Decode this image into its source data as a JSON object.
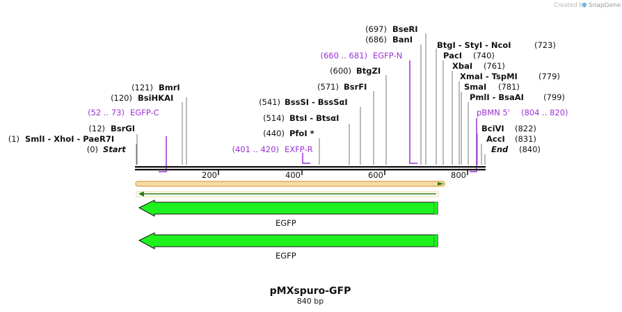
{
  "credit": {
    "prefix": "Created by",
    "brand": "SnapGene"
  },
  "map": {
    "name": "pMXspuro-GFP",
    "length_label": "840 bp",
    "length": 840,
    "ticks": [
      {
        "pos": 200,
        "label": "200"
      },
      {
        "pos": 400,
        "label": "400"
      },
      {
        "pos": 600,
        "label": "600"
      },
      {
        "pos": 800,
        "label": "800"
      }
    ],
    "features": [
      {
        "label": "EGFP",
        "direction": "reverse",
        "color": "#1ef21e"
      },
      {
        "label": "EGFP",
        "direction": "reverse",
        "color": "#1ef21e"
      }
    ]
  },
  "labels": [
    {
      "pos": "(697)",
      "name": "BseRI",
      "kind": "enzyme"
    },
    {
      "pos": "(686)",
      "name": "BanI",
      "kind": "enzyme"
    },
    {
      "pos": "(660 .. 681)",
      "name": "EGFP-N",
      "kind": "primer"
    },
    {
      "pos": "(600)",
      "name": "BtgZI",
      "kind": "enzyme"
    },
    {
      "pos": "(571)",
      "name": "BsrFI",
      "kind": "enzyme"
    },
    {
      "pos": "(541)",
      "name": "BssSI  -  BssSαI",
      "kind": "enzyme"
    },
    {
      "pos": "(514)",
      "name": "BtsI  -  BtsαI",
      "kind": "enzyme"
    },
    {
      "pos": "(440)",
      "name": "PfoI *",
      "kind": "enzyme"
    },
    {
      "pos": "(401 .. 420)",
      "name": "EXFP-R",
      "kind": "primer"
    },
    {
      "pos": "(121)",
      "name": "BmrI",
      "kind": "enzyme"
    },
    {
      "pos": "(120)",
      "name": "BsiHKAI",
      "kind": "enzyme"
    },
    {
      "pos": "(52 .. 73)",
      "name": "EGFP-C",
      "kind": "primer"
    },
    {
      "pos": "(12)",
      "name": "BsrGI",
      "kind": "enzyme"
    },
    {
      "pos": "(1)",
      "name": "SmlI  -  XhoI  -  PaeR7I",
      "kind": "enzyme"
    },
    {
      "pos": "(0)",
      "name": "Start",
      "kind": "marker"
    },
    {
      "pos": "(723)",
      "name": "BtgI  -  StyI  -  NcoI",
      "kind": "enzyme"
    },
    {
      "pos": "(740)",
      "name": "PacI",
      "kind": "enzyme"
    },
    {
      "pos": "(761)",
      "name": "XbaI",
      "kind": "enzyme"
    },
    {
      "pos": "(779)",
      "name": "XmaI  -  TspMI",
      "kind": "enzyme"
    },
    {
      "pos": "(781)",
      "name": "SmaI",
      "kind": "enzyme"
    },
    {
      "pos": "(799)",
      "name": "PmlI  -  BsaAI",
      "kind": "enzyme"
    },
    {
      "pos": "(804 .. 820)",
      "name": "pBMN 5'",
      "kind": "primer"
    },
    {
      "pos": "(822)",
      "name": "BciVI",
      "kind": "enzyme"
    },
    {
      "pos": "(831)",
      "name": "AccI",
      "kind": "enzyme"
    },
    {
      "pos": "(840)",
      "name": "End",
      "kind": "marker"
    }
  ],
  "colors": {
    "primer": "#9b2fd6",
    "feature": "#1ef21e",
    "orf_fill": "#f3dcaa",
    "orf_stroke": "#e2a13a",
    "orf_arrow": "#2b7a12"
  }
}
